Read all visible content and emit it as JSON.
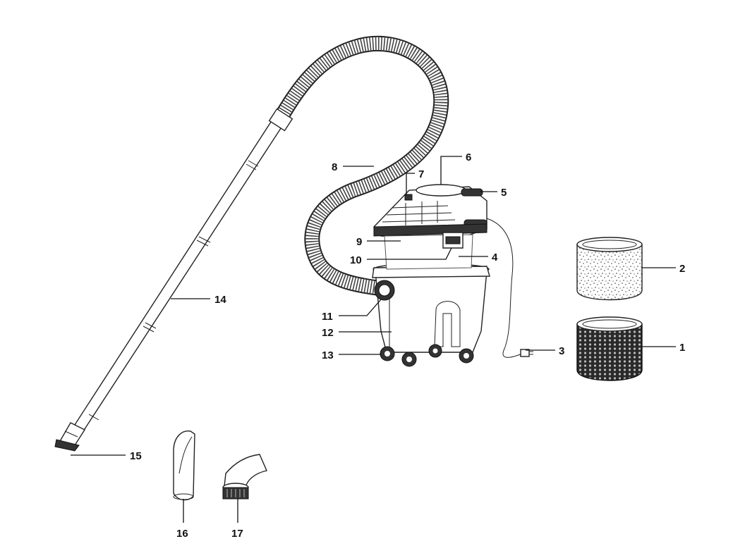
{
  "callouts": [
    "1",
    "2",
    "3",
    "4",
    "5",
    "6",
    "7",
    "8",
    "9",
    "10",
    "11",
    "12",
    "13",
    "14",
    "15",
    "16",
    "17"
  ]
}
